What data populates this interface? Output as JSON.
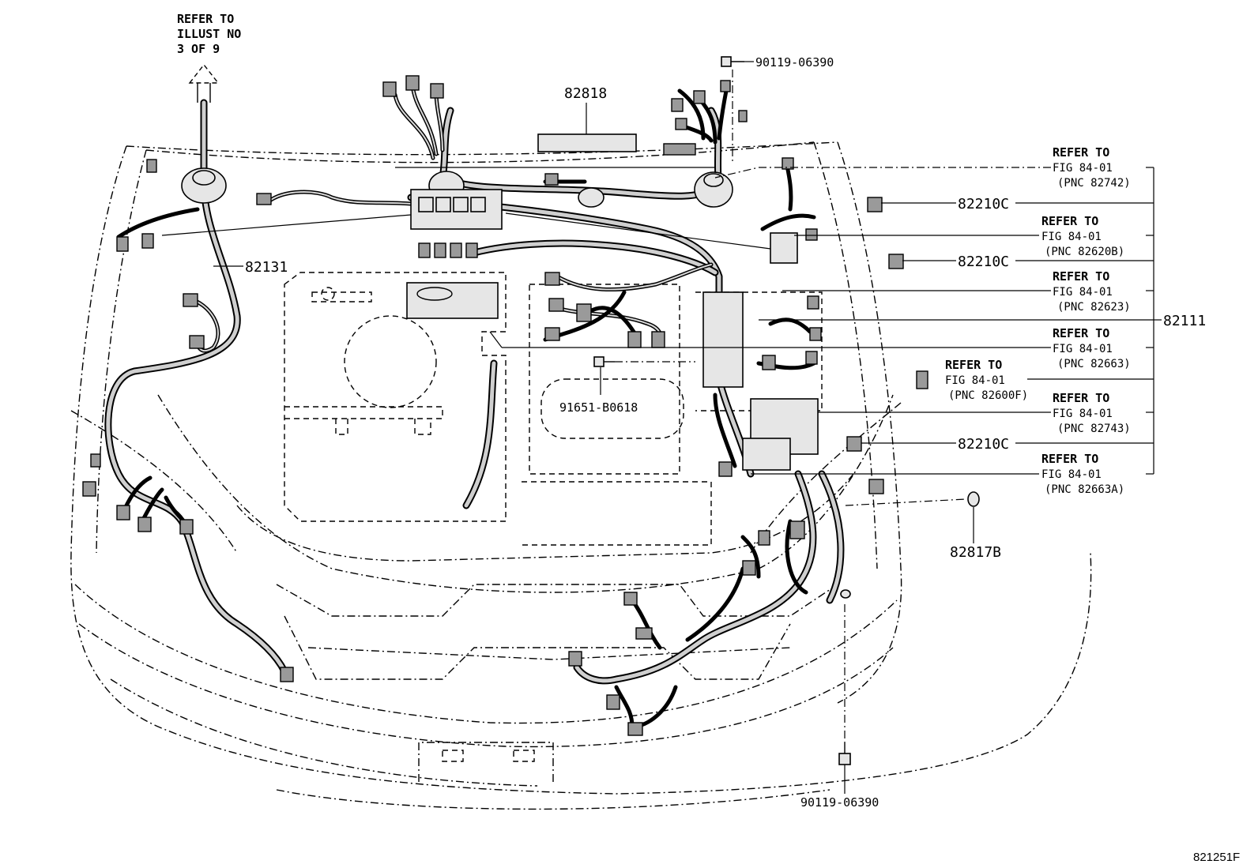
{
  "diagram": {
    "top_reference": {
      "line1": "REFER TO",
      "line2": "ILLUST NO",
      "line3": "3 OF 9"
    },
    "parts": {
      "p82818": "82818",
      "p82131": "82131",
      "p91651": "91651-B0618",
      "p90119_top": "90119-06390",
      "p90119_bottom": "90119-06390",
      "p82111": "82111",
      "p82817b": "82817B",
      "p82210c_1": "82210C",
      "p82210c_2": "82210C",
      "p82210c_3": "82210C"
    },
    "references": [
      {
        "refer": "REFER TO",
        "fig": "FIG 84-01",
        "pnc": "(PNC 82742)"
      },
      {
        "refer": "REFER TO",
        "fig": "FIG 84-01",
        "pnc": "(PNC 82620B)"
      },
      {
        "refer": "REFER TO",
        "fig": "FIG 84-01",
        "pnc": "(PNC 82623)"
      },
      {
        "refer": "REFER TO",
        "fig": "FIG 84-01",
        "pnc": "(PNC 82663)"
      },
      {
        "refer": "REFER TO",
        "fig": "FIG 84-01",
        "pnc": "(PNC 82600F)"
      },
      {
        "refer": "REFER TO",
        "fig": "FIG 84-01",
        "pnc": "(PNC 82743)"
      },
      {
        "refer": "REFER TO",
        "fig": "FIG 84-01",
        "pnc": "(PNC 82663A)"
      }
    ],
    "illustration_code": "821251F"
  }
}
